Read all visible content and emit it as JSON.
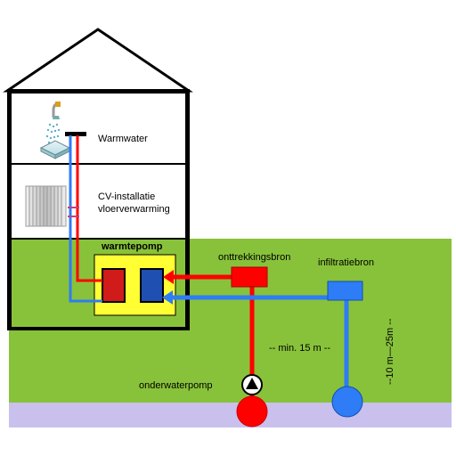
{
  "labels": {
    "warmwater": "Warmwater",
    "cv_line1": "CV-installatie",
    "cv_line2": "vloerverwarming",
    "warmtepomp": "warmtepomp",
    "onttrekkingsbron": "onttrekkingsbron",
    "infiltratiebron": "infiltratiebron",
    "distance": "-- min. 15 m --",
    "depth": "--10 m—25m --",
    "onderwaterpomp": "onderwaterpomp"
  },
  "colors": {
    "ground": "#88c23a",
    "aquifer": "#c9c0ee",
    "hot_pipe": "#ff0000",
    "cold_pipe": "#2e7cf6",
    "heat_pump_box": "#ffff33",
    "outline": "#000000"
  },
  "icons": [
    "shower-icon",
    "radiator-icon",
    "pump-icon"
  ]
}
